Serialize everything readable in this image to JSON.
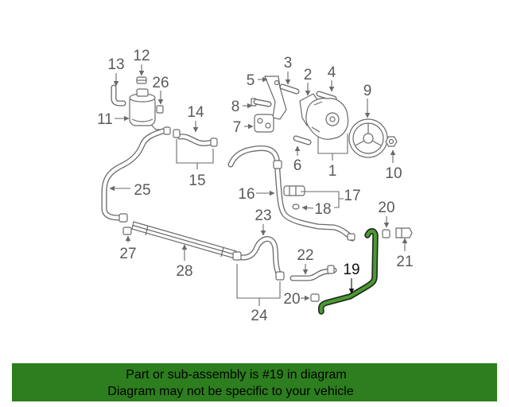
{
  "diagram": {
    "callouts": [
      "13",
      "12",
      "26",
      "11",
      "14",
      "15",
      "25",
      "27",
      "28",
      "3",
      "2",
      "4",
      "5",
      "8",
      "7",
      "6",
      "9",
      "1",
      "10",
      "16",
      "17",
      "18",
      "23",
      "20",
      "21",
      "22",
      "19",
      "20",
      "24"
    ],
    "line_color": "#6a6a6a",
    "highlight_color": "#4b9a34"
  },
  "banner": {
    "line1": "Part or sub-assembly is #19 in diagram",
    "line2": "Diagram may not be specific to your vehicle",
    "background": "#2d7e1e"
  }
}
